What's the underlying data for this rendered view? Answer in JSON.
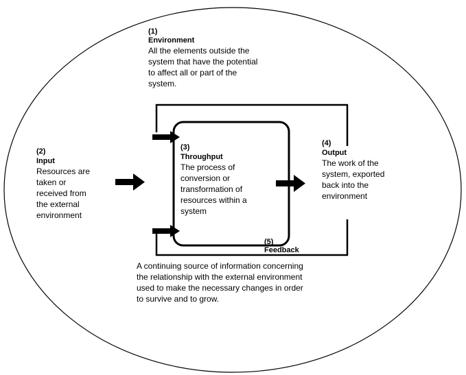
{
  "environment": {
    "number": "(1)",
    "title": "Environment",
    "description": "All the elements outside the\nsystem that have the potential\nto affect all or part of the\nsystem."
  },
  "input": {
    "number": "(2)",
    "title": "Input",
    "description": "Resources are\ntaken or\nreceived from\nthe external\nenvironment"
  },
  "throughput": {
    "number": "(3)",
    "title": "Throughput",
    "description": "The process of\nconversion or\ntransformation of\nresources within a\nsystem"
  },
  "output": {
    "number": "(4)",
    "title": "Output",
    "description": "The work of the\nsystem, exported\nback into the\nenvironment"
  },
  "feedback": {
    "number": "(5)",
    "title": "Feedback",
    "description": "A continuing source of information concerning\nthe relationship with the external environment\nused to make the necessary changes in order\nto survive and to grow."
  },
  "colors": {
    "stroke": "#000000",
    "background": "#ffffff"
  }
}
